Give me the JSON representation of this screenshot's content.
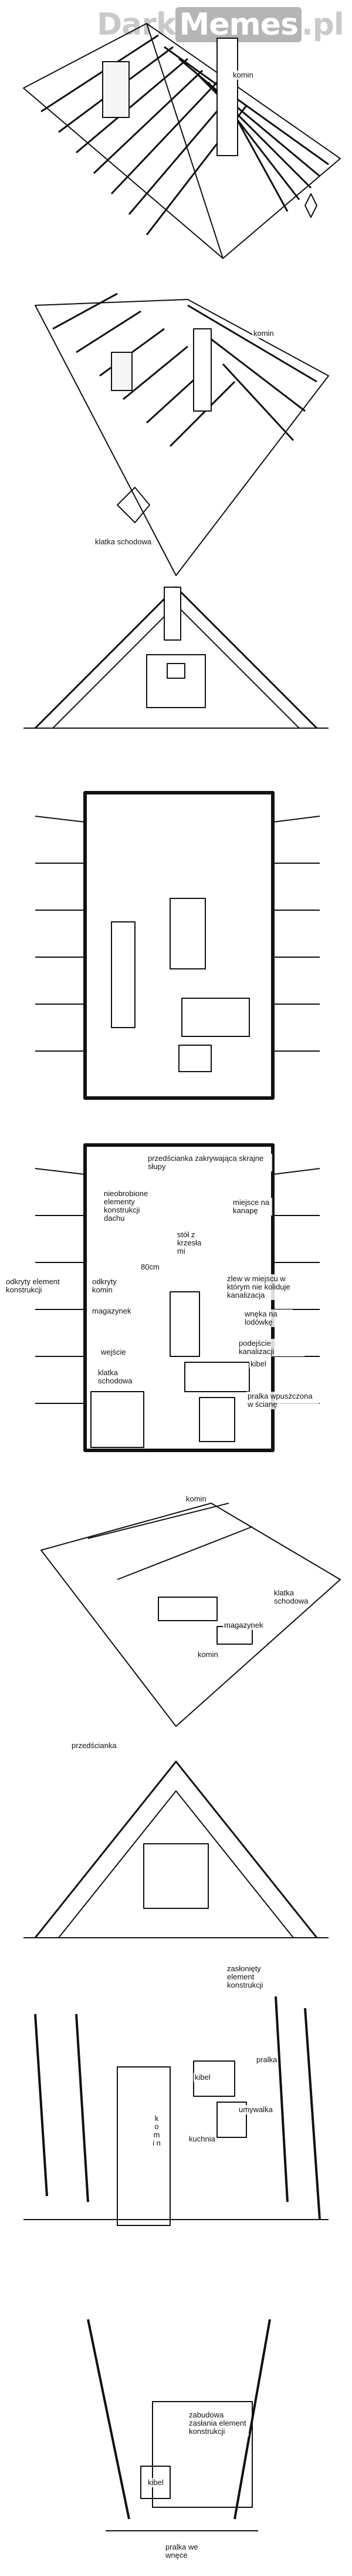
{
  "watermark": {
    "dark": "Dark",
    "memes": "Memes",
    "pl": ".pl"
  },
  "panels": [
    {
      "id": "roof-truss",
      "labels": {
        "komin": "komin"
      }
    },
    {
      "id": "roof-staircase",
      "labels": {
        "komin": "komin",
        "klatka": "klatka schodowa"
      }
    },
    {
      "id": "gable-front"
    },
    {
      "id": "floor-plan"
    },
    {
      "id": "floor-plan-annotated",
      "labels": {
        "przedzialka": "przedścianka zakrywająca skrajne słupy",
        "nieobrobione": "nieobrobione elementy konstrukcji dachu",
        "kanape": "miejsce na kanapę",
        "odkryty_elem": "odkryty element konstrukcji",
        "odkryty_komin": "odkryty komin",
        "magazynek": "magazynek",
        "stol": "stół z krzesła mi",
        "szafa": "80cm",
        "zlew": "zlew w miejscu w którym nie koliduje kanalizacja",
        "lodowka": "wnęka na lodówkę",
        "podejscie": "podejście kanalizacji",
        "kibel": "kibel",
        "wejscie": "wejście",
        "klatka": "klatka schodowa",
        "pralka": "pralka wpuszczona w ścianę"
      }
    },
    {
      "id": "iso-interior",
      "labels": {
        "komin1": "komin",
        "klatka": "klatka schodowa",
        "magazynek": "magazynek",
        "komin2": "komin"
      }
    },
    {
      "id": "perspective",
      "labels": {
        "przedzialka": "przedścianka"
      }
    },
    {
      "id": "bath-kitchen",
      "labels": {
        "zasloniety": "zasłonięty element konstrukcji",
        "pralka": "pralka",
        "kibel": "kibel",
        "umywalka": "umywalka",
        "komin": "k o m i n",
        "kuchnia": "kuchnia"
      }
    },
    {
      "id": "bathroom-view",
      "labels": {
        "zabudowa": "zabudowa zasłania element konstrukcji",
        "kibel": "kibel",
        "pralka": "pralka we wnęce"
      }
    }
  ]
}
